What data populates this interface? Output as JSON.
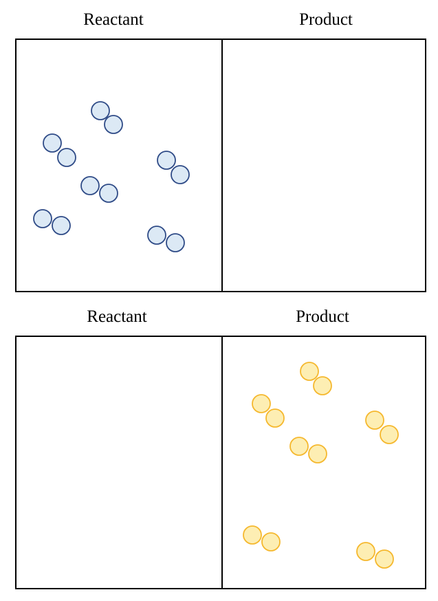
{
  "top": {
    "reactant_label": "Reactant",
    "product_label": "Product",
    "molecule_color": {
      "fill": "#dce9f5",
      "stroke": "#2f4b87"
    },
    "reactant_molecule_count": 6,
    "product_molecule_count": 0
  },
  "bottom": {
    "reactant_label": "Reactant",
    "product_label": "Product",
    "molecule_color": {
      "fill": "#fdeeb3",
      "stroke": "#f5b82e"
    },
    "reactant_molecule_count": 0,
    "product_molecule_count": 6
  }
}
